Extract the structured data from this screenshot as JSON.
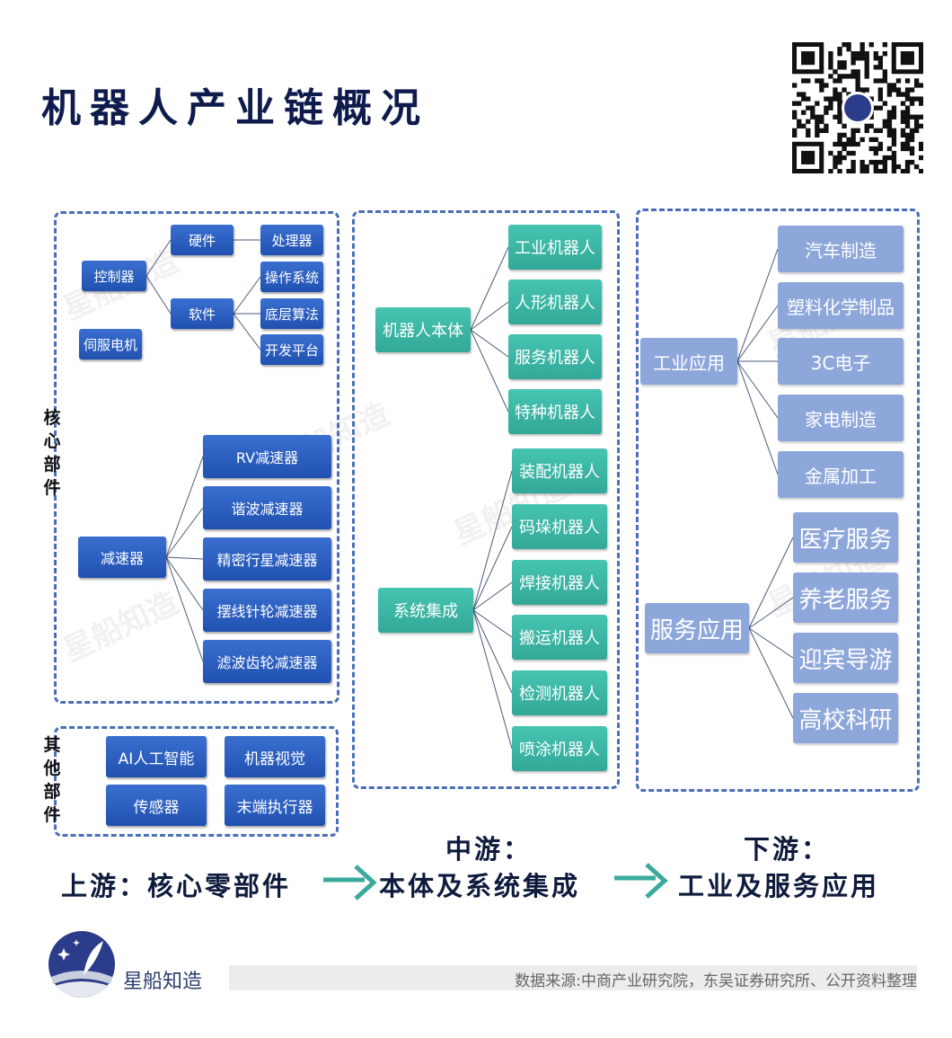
{
  "title": "机器人产业链概况",
  "watermark": "星船知造",
  "upstream": {
    "section_label": "核心部件",
    "controller": "控制器",
    "hardware": "硬件",
    "processor": "处理器",
    "software": "软件",
    "software_items": [
      "操作系统",
      "底层算法",
      "开发平台"
    ],
    "servo": "伺服电机",
    "reducer": "减速器",
    "reducer_items": [
      "RV减速器",
      "谐波减速器",
      "精密行星减速器",
      "摆线针轮减速器",
      "滤波齿轮减速器"
    ],
    "other_label": "其他部件",
    "other_items": [
      "AI人工智能",
      "机器视觉",
      "传感器",
      "末端执行器"
    ]
  },
  "midstream": {
    "body": "机器人本体",
    "body_items": [
      "工业机器人",
      "人形机器人",
      "服务机器人",
      "特种机器人"
    ],
    "integration": "系统集成",
    "integration_items": [
      "装配机器人",
      "码垛机器人",
      "焊接机器人",
      "搬运机器人",
      "检测机器人",
      "喷涂机器人"
    ]
  },
  "downstream": {
    "industrial": "工业应用",
    "industrial_items": [
      "汽车制造",
      "塑料化学制品",
      "3C电子",
      "家电制造",
      "金属加工"
    ],
    "service": "服务应用",
    "service_items": [
      "医疗服务",
      "养老服务",
      "迎宾导游",
      "高校科研"
    ]
  },
  "flow": {
    "up": "上游：核心零部件",
    "mid_label": "中游：",
    "mid": "本体及系统集成",
    "down_label": "下游：",
    "down": "工业及服务应用"
  },
  "footer": {
    "brand": "星船知造",
    "source": "数据来源:中商产业研究院，东吴证券研究所、公开资料整理"
  },
  "colors": {
    "dark_blue": "#2051b0",
    "teal": "#3cb6a6",
    "light_blue": "#8ea7db",
    "title": "#0f1b4d",
    "arrow": "#3aaa9c"
  }
}
